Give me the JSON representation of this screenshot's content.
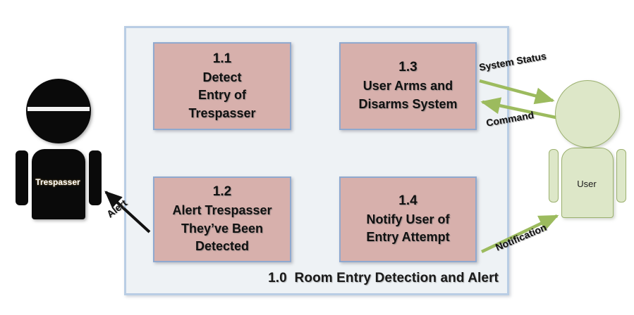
{
  "diagram": {
    "title": "1.0  Room Entry Detection and Alert",
    "system_boundary_label": "1.0  Room Entry Detection and Alert",
    "colors": {
      "process_fill": "#d7b0ac",
      "process_border": "#8fa9cf",
      "boundary_fill": "#eef2f5",
      "boundary_border": "#b9cde4",
      "actor_user_fill": "#dde7c8",
      "actor_user_border": "#9bb06e",
      "actor_trespasser_fill": "#0a0a0a",
      "arrow_green": "#9cbb5e",
      "arrow_black": "#111111"
    },
    "processes": [
      {
        "id": "1.1",
        "number": "1.1",
        "lines": [
          "Detect",
          "Entry of",
          "Trespasser"
        ]
      },
      {
        "id": "1.3",
        "number": "1.3",
        "lines": [
          "User Arms and",
          "Disarms System"
        ]
      },
      {
        "id": "1.2",
        "number": "1.2",
        "lines": [
          "Alert Trespasser",
          "They’ve Been",
          "Detected"
        ]
      },
      {
        "id": "1.4",
        "number": "1.4",
        "lines": [
          "Notify User of",
          "Entry Attempt"
        ]
      }
    ],
    "actors": [
      {
        "id": "trespasser",
        "label": "Trespasser"
      },
      {
        "id": "user",
        "label": "User"
      }
    ],
    "flows": [
      {
        "id": "system-status",
        "label": "System Status",
        "direction": "to-user",
        "color": "#9cbb5e"
      },
      {
        "id": "command",
        "label": "Command",
        "direction": "to-system",
        "color": "#9cbb5e"
      },
      {
        "id": "notification",
        "label": "Notification",
        "direction": "to-user",
        "color": "#9cbb5e"
      },
      {
        "id": "alert",
        "label": "Alert",
        "direction": "to-trespasser",
        "color": "#111111"
      }
    ]
  }
}
